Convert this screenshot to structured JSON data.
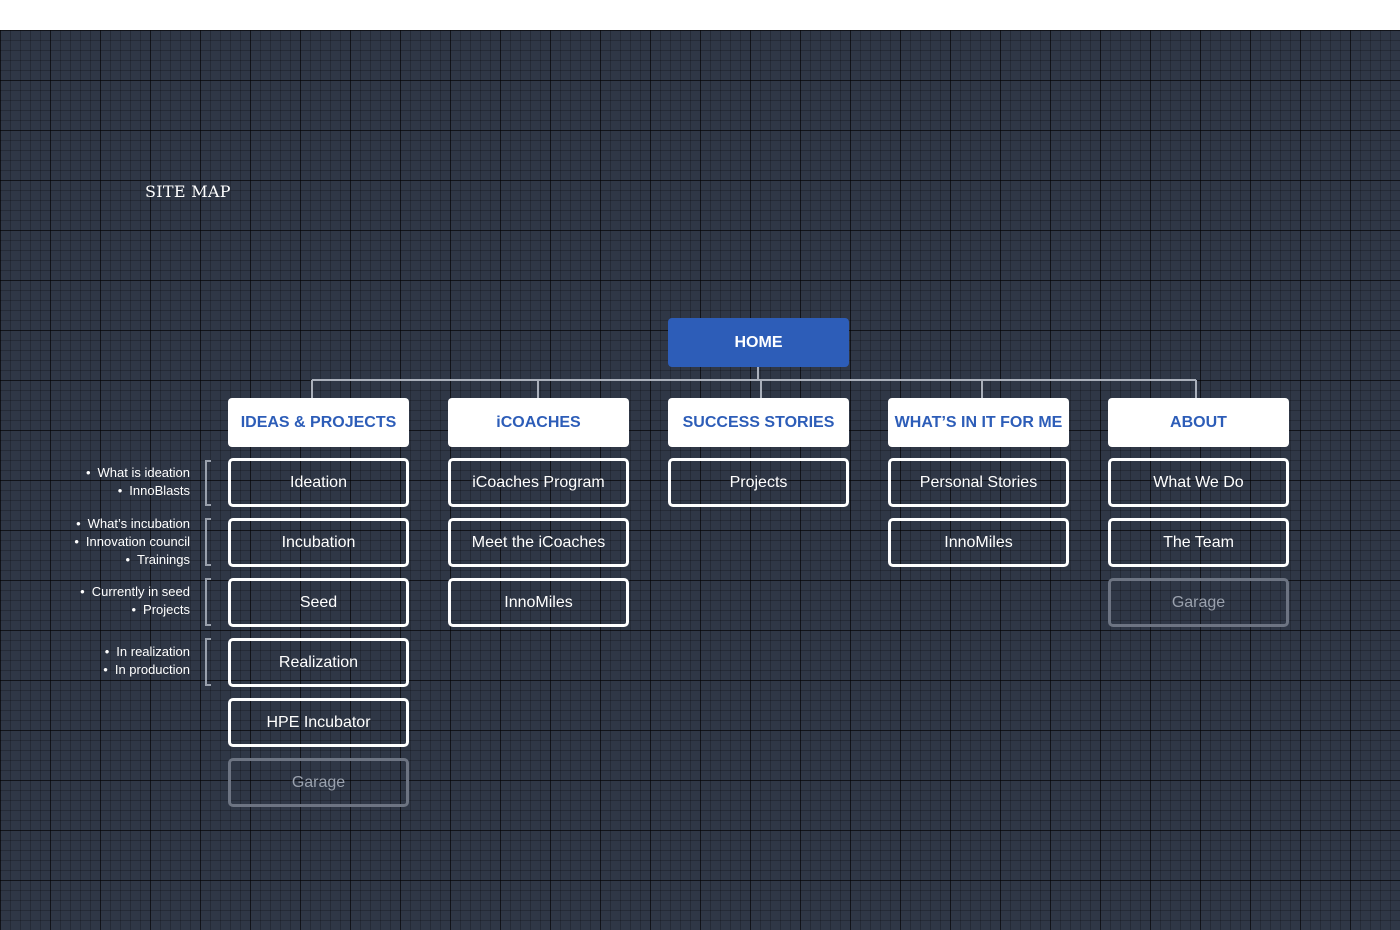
{
  "title": "SITE MAP",
  "home": "HOME",
  "categories": [
    {
      "label": "IDEAS & PROJECTS",
      "pages": [
        "Ideation",
        "Incubation",
        "Seed",
        "Realization",
        "HPE Incubator"
      ],
      "muted": "Garage"
    },
    {
      "label": "iCOACHES",
      "pages": [
        "iCoaches Program",
        "Meet the iCoaches",
        "InnoMiles"
      ]
    },
    {
      "label": "SUCCESS STORIES",
      "pages": [
        "Projects"
      ]
    },
    {
      "label": "WHAT’S IN IT FOR ME",
      "pages": [
        "Personal Stories",
        "InnoMiles"
      ]
    },
    {
      "label": "ABOUT",
      "pages": [
        "What We Do",
        "The Team"
      ],
      "muted": "Garage"
    }
  ],
  "notes": [
    [
      "What is ideation",
      "InnoBlasts"
    ],
    [
      "What’s  incubation",
      "Innovation council",
      "Trainings"
    ],
    [
      "Currently in seed",
      "Projects"
    ],
    [
      "In realization",
      "In production"
    ]
  ],
  "colors": {
    "background": "#2f3746",
    "accent": "#2d5db8",
    "node_text": "#ffffff",
    "muted": "#6d7482"
  }
}
